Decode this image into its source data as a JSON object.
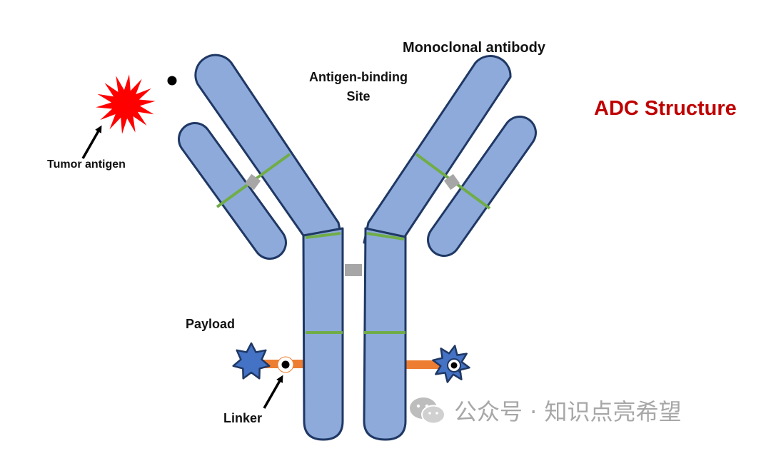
{
  "diagram": {
    "title": "ADC Structure",
    "labels": {
      "monoclonal_antibody": "Monoclonal antibody",
      "antigen_binding_line1": "Antigen-binding",
      "antigen_binding_line2": "Site",
      "tumor_antigen": "Tumor antigen",
      "payload": "Payload",
      "linker": "Linker"
    },
    "watermark": "公众号 · 知识点亮希望"
  },
  "colors": {
    "antibody_fill": "#8eaadb",
    "antibody_outline": "#1f3864",
    "domain_divider": "#70ad47",
    "hinge_connector": "#a6a6a6",
    "linker_bar": "#ed7d31",
    "payload_star": "#4472c4",
    "tumor_antigen": "#ff0000",
    "title_color": "#c00000",
    "watermark_color": "#a7a7a7"
  },
  "icons": [
    "tumor-antigen-burst-icon",
    "payload-star-icon",
    "wechat-icon",
    "arrow-icon"
  ]
}
